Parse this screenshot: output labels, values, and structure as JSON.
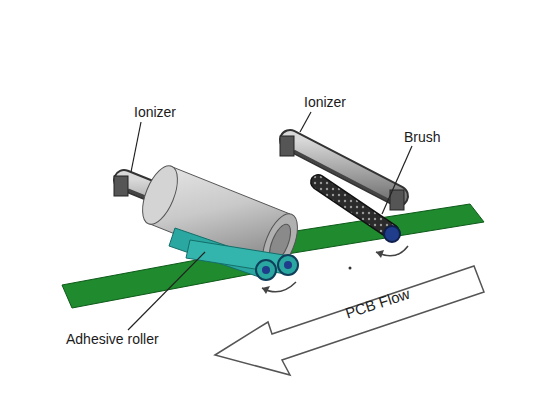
{
  "diagram": {
    "labels": [
      "Ionizer",
      "Ionizer",
      "Brush",
      "Adhesive roller",
      "PCB Flow"
    ]
  }
}
